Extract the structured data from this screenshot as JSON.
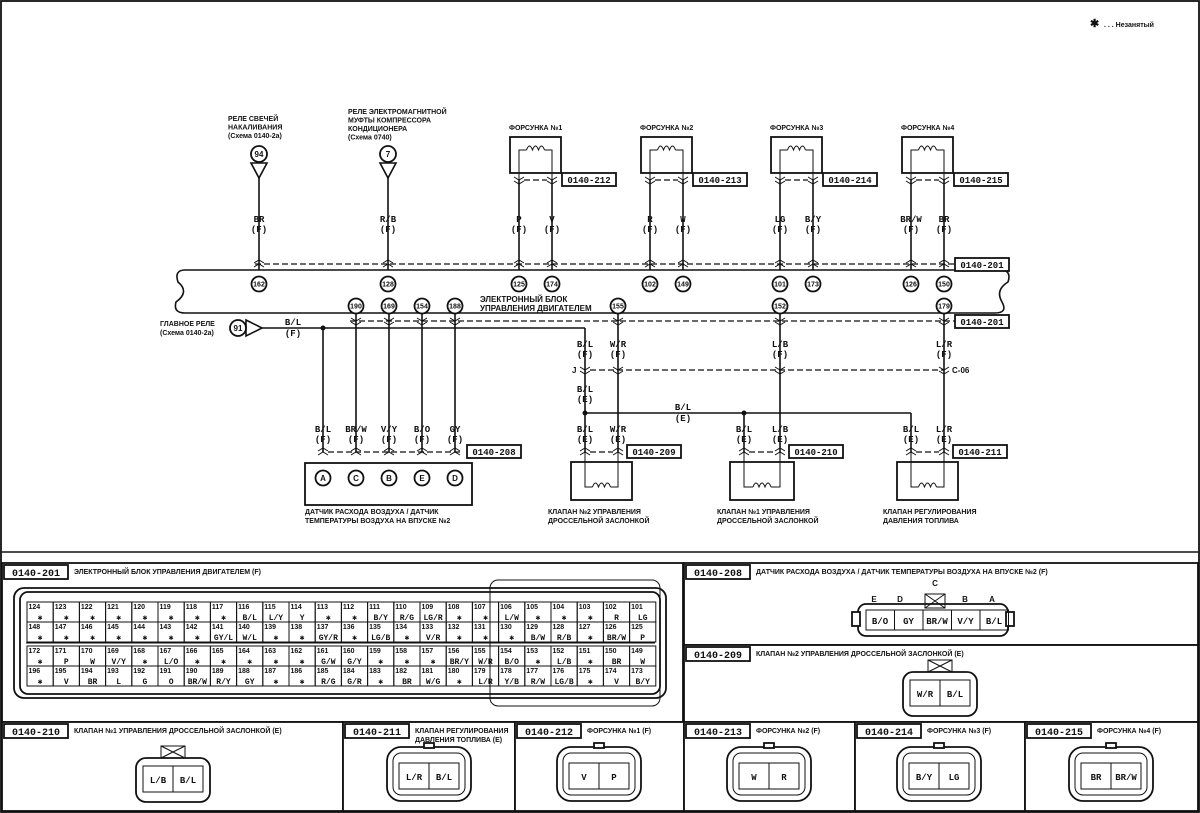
{
  "legend": {
    "symbol": "✱",
    "text": ". . . Незанятый"
  },
  "relays": [
    {
      "label": [
        "РЕЛЕ СВЕЧЕЙ",
        "НАКАЛИВАНИЯ",
        "(Схема 0140-2a)"
      ],
      "circuit": "94",
      "wire": "BR",
      "side": "(F)",
      "pin": "162"
    },
    {
      "label": [
        "РЕЛЕ ЭЛЕКТРОМАГНИТНОЙ",
        "МУФТЫ КОМПРЕССОРА",
        "КОНДИЦИОНЕРА",
        "(Схема 0740)"
      ],
      "circuit": "7",
      "wire": "R/B",
      "side": "(F)",
      "pin": "128"
    }
  ],
  "injectors": [
    {
      "name": "ФОРСУНКА №1",
      "connector": "0140-212",
      "wires": [
        {
          "wire": "P",
          "side": "(F)",
          "pin": "125"
        },
        {
          "wire": "V",
          "side": "(F)",
          "pin": "174"
        }
      ]
    },
    {
      "name": "ФОРСУНКА №2",
      "connector": "0140-213",
      "wires": [
        {
          "wire": "R",
          "side": "(F)",
          "pin": "102"
        },
        {
          "wire": "W",
          "side": "(F)",
          "pin": "149"
        }
      ]
    },
    {
      "name": "ФОРСУНКА №3",
      "connector": "0140-214",
      "wires": [
        {
          "wire": "LG",
          "side": "(F)",
          "pin": "101"
        },
        {
          "wire": "B/Y",
          "side": "(F)",
          "pin": "173"
        }
      ]
    },
    {
      "name": "ФОРСУНКА №4",
      "connector": "0140-215",
      "wires": [
        {
          "wire": "BR/W",
          "side": "(F)",
          "pin": "126"
        },
        {
          "wire": "BR",
          "side": "(F)",
          "pin": "150"
        }
      ]
    }
  ],
  "ecu": {
    "label": [
      "ЭЛЕКТРОННЫЙ БЛОК",
      "УПРАВЛЕНИЯ ДВИГАТЕЛЕМ"
    ],
    "connector": "0140-201",
    "lower_pins": [
      "190",
      "169",
      "154",
      "188",
      "155",
      "152",
      "179"
    ]
  },
  "main_relay": {
    "label": [
      "ГЛАВНОЕ РЕЛЕ",
      "(Схема 0140-2a)"
    ],
    "circuit": "91",
    "wire": "B/L",
    "side": "(F)"
  },
  "maf": {
    "connector": "0140-208",
    "label": [
      "ДАТЧИК РАСХОДА ВОЗДУХА / ДАТЧИК",
      "ТЕМПЕРАТУРЫ ВОЗДУХА НА ВПУСКЕ №2"
    ],
    "wires": [
      {
        "wire": "B/L",
        "side": "(F)",
        "terminal": "A"
      },
      {
        "wire": "BR/W",
        "side": "(F)",
        "terminal": "C"
      },
      {
        "wire": "V/Y",
        "side": "(F)",
        "terminal": "B"
      },
      {
        "wire": "B/O",
        "side": "(F)",
        "terminal": "E"
      },
      {
        "wire": "GY",
        "side": "(F)",
        "terminal": "D"
      }
    ]
  },
  "joint": {
    "left": "J",
    "right": "C-06",
    "bus_wire": "B/L",
    "bus_side": "(E)"
  },
  "valves": [
    {
      "connector": "0140-209",
      "label": [
        "КЛАПАН №2 УПРАВЛЕНИЯ",
        "ДРОССЕЛЬНОЙ ЗАСЛОНКОЙ"
      ],
      "upper": [
        {
          "wire": "B/L",
          "side": "(F)"
        },
        {
          "wire": "W/R",
          "side": "(F)"
        }
      ],
      "mid": {
        "wire": "B/L",
        "side": "(E)"
      },
      "lower": [
        {
          "wire": "B/L",
          "side": "(E)"
        },
        {
          "wire": "W/R",
          "side": "(E)"
        }
      ]
    },
    {
      "connector": "0140-210",
      "label": [
        "КЛАПАН №1 УПРАВЛЕНИЯ",
        "ДРОССЕЛЬНОЙ ЗАСЛОНКОЙ"
      ],
      "upper": [
        {
          "wire": "L/B",
          "side": "(F)"
        }
      ],
      "lower": [
        {
          "wire": "B/L",
          "side": "(E)"
        },
        {
          "wire": "L/B",
          "side": "(E)"
        }
      ]
    },
    {
      "connector": "0140-211",
      "label": [
        "КЛАПАН РЕГУЛИРОВАНИЯ",
        "ДАВЛЕНИЯ ТОПЛИВА"
      ],
      "upper": [
        {
          "wire": "L/R",
          "side": "(F)"
        }
      ],
      "lower": [
        {
          "wire": "B/L",
          "side": "(E)"
        },
        {
          "wire": "L/R",
          "side": "(E)"
        }
      ]
    }
  ],
  "panels": {
    "ecu": {
      "id": "0140-201",
      "title": "ЭЛЕКТРОННЫЙ БЛОК УПРАВЛЕНИЯ ДВИГАТЕЛЕМ (F)",
      "rows": [
        [
          [
            "124",
            "✱"
          ],
          [
            "123",
            "✱"
          ],
          [
            "122",
            "✱"
          ],
          [
            "121",
            "✱"
          ],
          [
            "120",
            "✱"
          ],
          [
            "119",
            "✱"
          ],
          [
            "118",
            "✱"
          ],
          [
            "117",
            "✱"
          ],
          [
            "116",
            "B/L"
          ],
          [
            "115",
            "L/Y"
          ],
          [
            "114",
            "Y"
          ],
          [
            "113",
            "✱"
          ],
          [
            "112",
            "✱"
          ],
          [
            "111",
            "B/Y"
          ],
          [
            "110",
            "R/G"
          ],
          [
            "109",
            "LG/R"
          ],
          [
            "108",
            "✱"
          ],
          [
            "107",
            "✱"
          ],
          [
            "106",
            "L/W"
          ],
          [
            "105",
            "✱"
          ],
          [
            "104",
            "✱"
          ],
          [
            "103",
            "✱"
          ],
          [
            "102",
            "R"
          ],
          [
            "101",
            "LG"
          ]
        ],
        [
          [
            "148",
            "✱"
          ],
          [
            "147",
            "✱"
          ],
          [
            "146",
            "✱"
          ],
          [
            "145",
            "✱"
          ],
          [
            "144",
            "✱"
          ],
          [
            "143",
            "✱"
          ],
          [
            "142",
            "✱"
          ],
          [
            "141",
            "GY/L"
          ],
          [
            "140",
            "W/L"
          ],
          [
            "139",
            "✱"
          ],
          [
            "138",
            "✱"
          ],
          [
            "137",
            "GY/R"
          ],
          [
            "136",
            "✱"
          ],
          [
            "135",
            "LG/B"
          ],
          [
            "134",
            "✱"
          ],
          [
            "133",
            "V/R"
          ],
          [
            "132",
            "✱"
          ],
          [
            "131",
            "✱"
          ],
          [
            "130",
            "✱"
          ],
          [
            "129",
            "B/W"
          ],
          [
            "128",
            "R/B"
          ],
          [
            "127",
            "✱"
          ],
          [
            "126",
            "BR/W"
          ],
          [
            "125",
            "P"
          ]
        ],
        [
          [
            "172",
            "✱"
          ],
          [
            "171",
            "P"
          ],
          [
            "170",
            "W"
          ],
          [
            "169",
            "V/Y"
          ],
          [
            "168",
            "✱"
          ],
          [
            "167",
            "L/O"
          ],
          [
            "166",
            "✱"
          ],
          [
            "165",
            "✱"
          ],
          [
            "164",
            "✱"
          ],
          [
            "163",
            "✱"
          ],
          [
            "162",
            "✱"
          ],
          [
            "161",
            "G/W"
          ],
          [
            "160",
            "G/Y"
          ],
          [
            "159",
            "✱"
          ],
          [
            "158",
            "✱"
          ],
          [
            "157",
            "✱"
          ],
          [
            "156",
            "BR/Y"
          ],
          [
            "155",
            "W/R"
          ],
          [
            "154",
            "B/O"
          ],
          [
            "153",
            "✱"
          ],
          [
            "152",
            "L/B"
          ],
          [
            "151",
            "✱"
          ],
          [
            "150",
            "BR"
          ],
          [
            "149",
            "W"
          ]
        ],
        [
          [
            "196",
            "✱"
          ],
          [
            "195",
            "V"
          ],
          [
            "194",
            "BR"
          ],
          [
            "193",
            "L"
          ],
          [
            "192",
            "G"
          ],
          [
            "191",
            "O"
          ],
          [
            "190",
            "BR/W"
          ],
          [
            "189",
            "R/Y"
          ],
          [
            "188",
            "GY"
          ],
          [
            "187",
            "✱"
          ],
          [
            "186",
            "✱"
          ],
          [
            "185",
            "R/G"
          ],
          [
            "184",
            "G/R"
          ],
          [
            "183",
            "✱"
          ],
          [
            "182",
            "BR"
          ],
          [
            "181",
            "W/G"
          ],
          [
            "180",
            "✱"
          ],
          [
            "179",
            "L/R"
          ],
          [
            "178",
            "Y/B"
          ],
          [
            "177",
            "R/W"
          ],
          [
            "176",
            "LG/B"
          ],
          [
            "175",
            "✱"
          ],
          [
            "174",
            "V"
          ],
          [
            "173",
            "B/Y"
          ]
        ]
      ]
    },
    "maf": {
      "id": "0140-208",
      "title": "ДАТЧИК РАСХОДА ВОЗДУХА / ДАТЧИК ТЕМПЕРАТУРЫ ВОЗДУХА НА ВПУСКЕ №2 (F)",
      "terminals": [
        "E",
        "D",
        "C",
        "B",
        "A"
      ],
      "cells": [
        "B/O",
        "GY",
        "BR/W",
        "V/Y",
        "B/L"
      ]
    },
    "v2": {
      "id": "0140-209",
      "title": "КЛАПАН №2 УПРАВЛЕНИЯ ДРОССЕЛЬНОЙ ЗАСЛОНКОЙ (E)",
      "cells": [
        "W/R",
        "B/L"
      ]
    },
    "v1": {
      "id": "0140-210",
      "title": "КЛАПАН №1 УПРАВЛЕНИЯ ДРОССЕЛЬНОЙ ЗАСЛОНКОЙ (E)",
      "cells": [
        "L/B",
        "B/L"
      ]
    },
    "fp": {
      "id": "0140-211",
      "title": [
        "КЛАПАН РЕГУЛИРОВАНИЯ",
        "ДАВЛЕНИЯ ТОПЛИВА (E)"
      ],
      "cells": [
        "L/R",
        "B/L"
      ]
    },
    "i1": {
      "id": "0140-212",
      "title": "ФОРСУНКА №1 (F)",
      "cells": [
        "V",
        "P"
      ]
    },
    "i2": {
      "id": "0140-213",
      "title": "ФОРСУНКА №2 (F)",
      "cells": [
        "W",
        "R"
      ]
    },
    "i3": {
      "id": "0140-214",
      "title": "ФОРСУНКА №3 (F)",
      "cells": [
        "B/Y",
        "LG"
      ]
    },
    "i4": {
      "id": "0140-215",
      "title": "ФОРСУНКА №4 (F)",
      "cells": [
        "BR",
        "BR/W"
      ]
    }
  }
}
